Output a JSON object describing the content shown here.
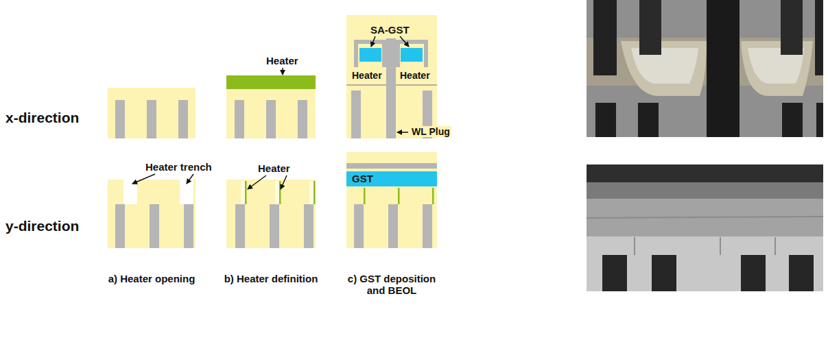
{
  "diagram": {
    "nodes": [
      {
        "text": [
          "GST"
        ]
      }
    ],
    "labels": [
      "x-direction",
      "y-direction",
      "Heater trench",
      "Heater",
      "Heater",
      "SA-GST",
      "Heater",
      "Heater",
      "WL Plug",
      "a) Heater opening",
      "b) Heater definition",
      "c) GST deposition and BEOL"
    ]
  }
}
